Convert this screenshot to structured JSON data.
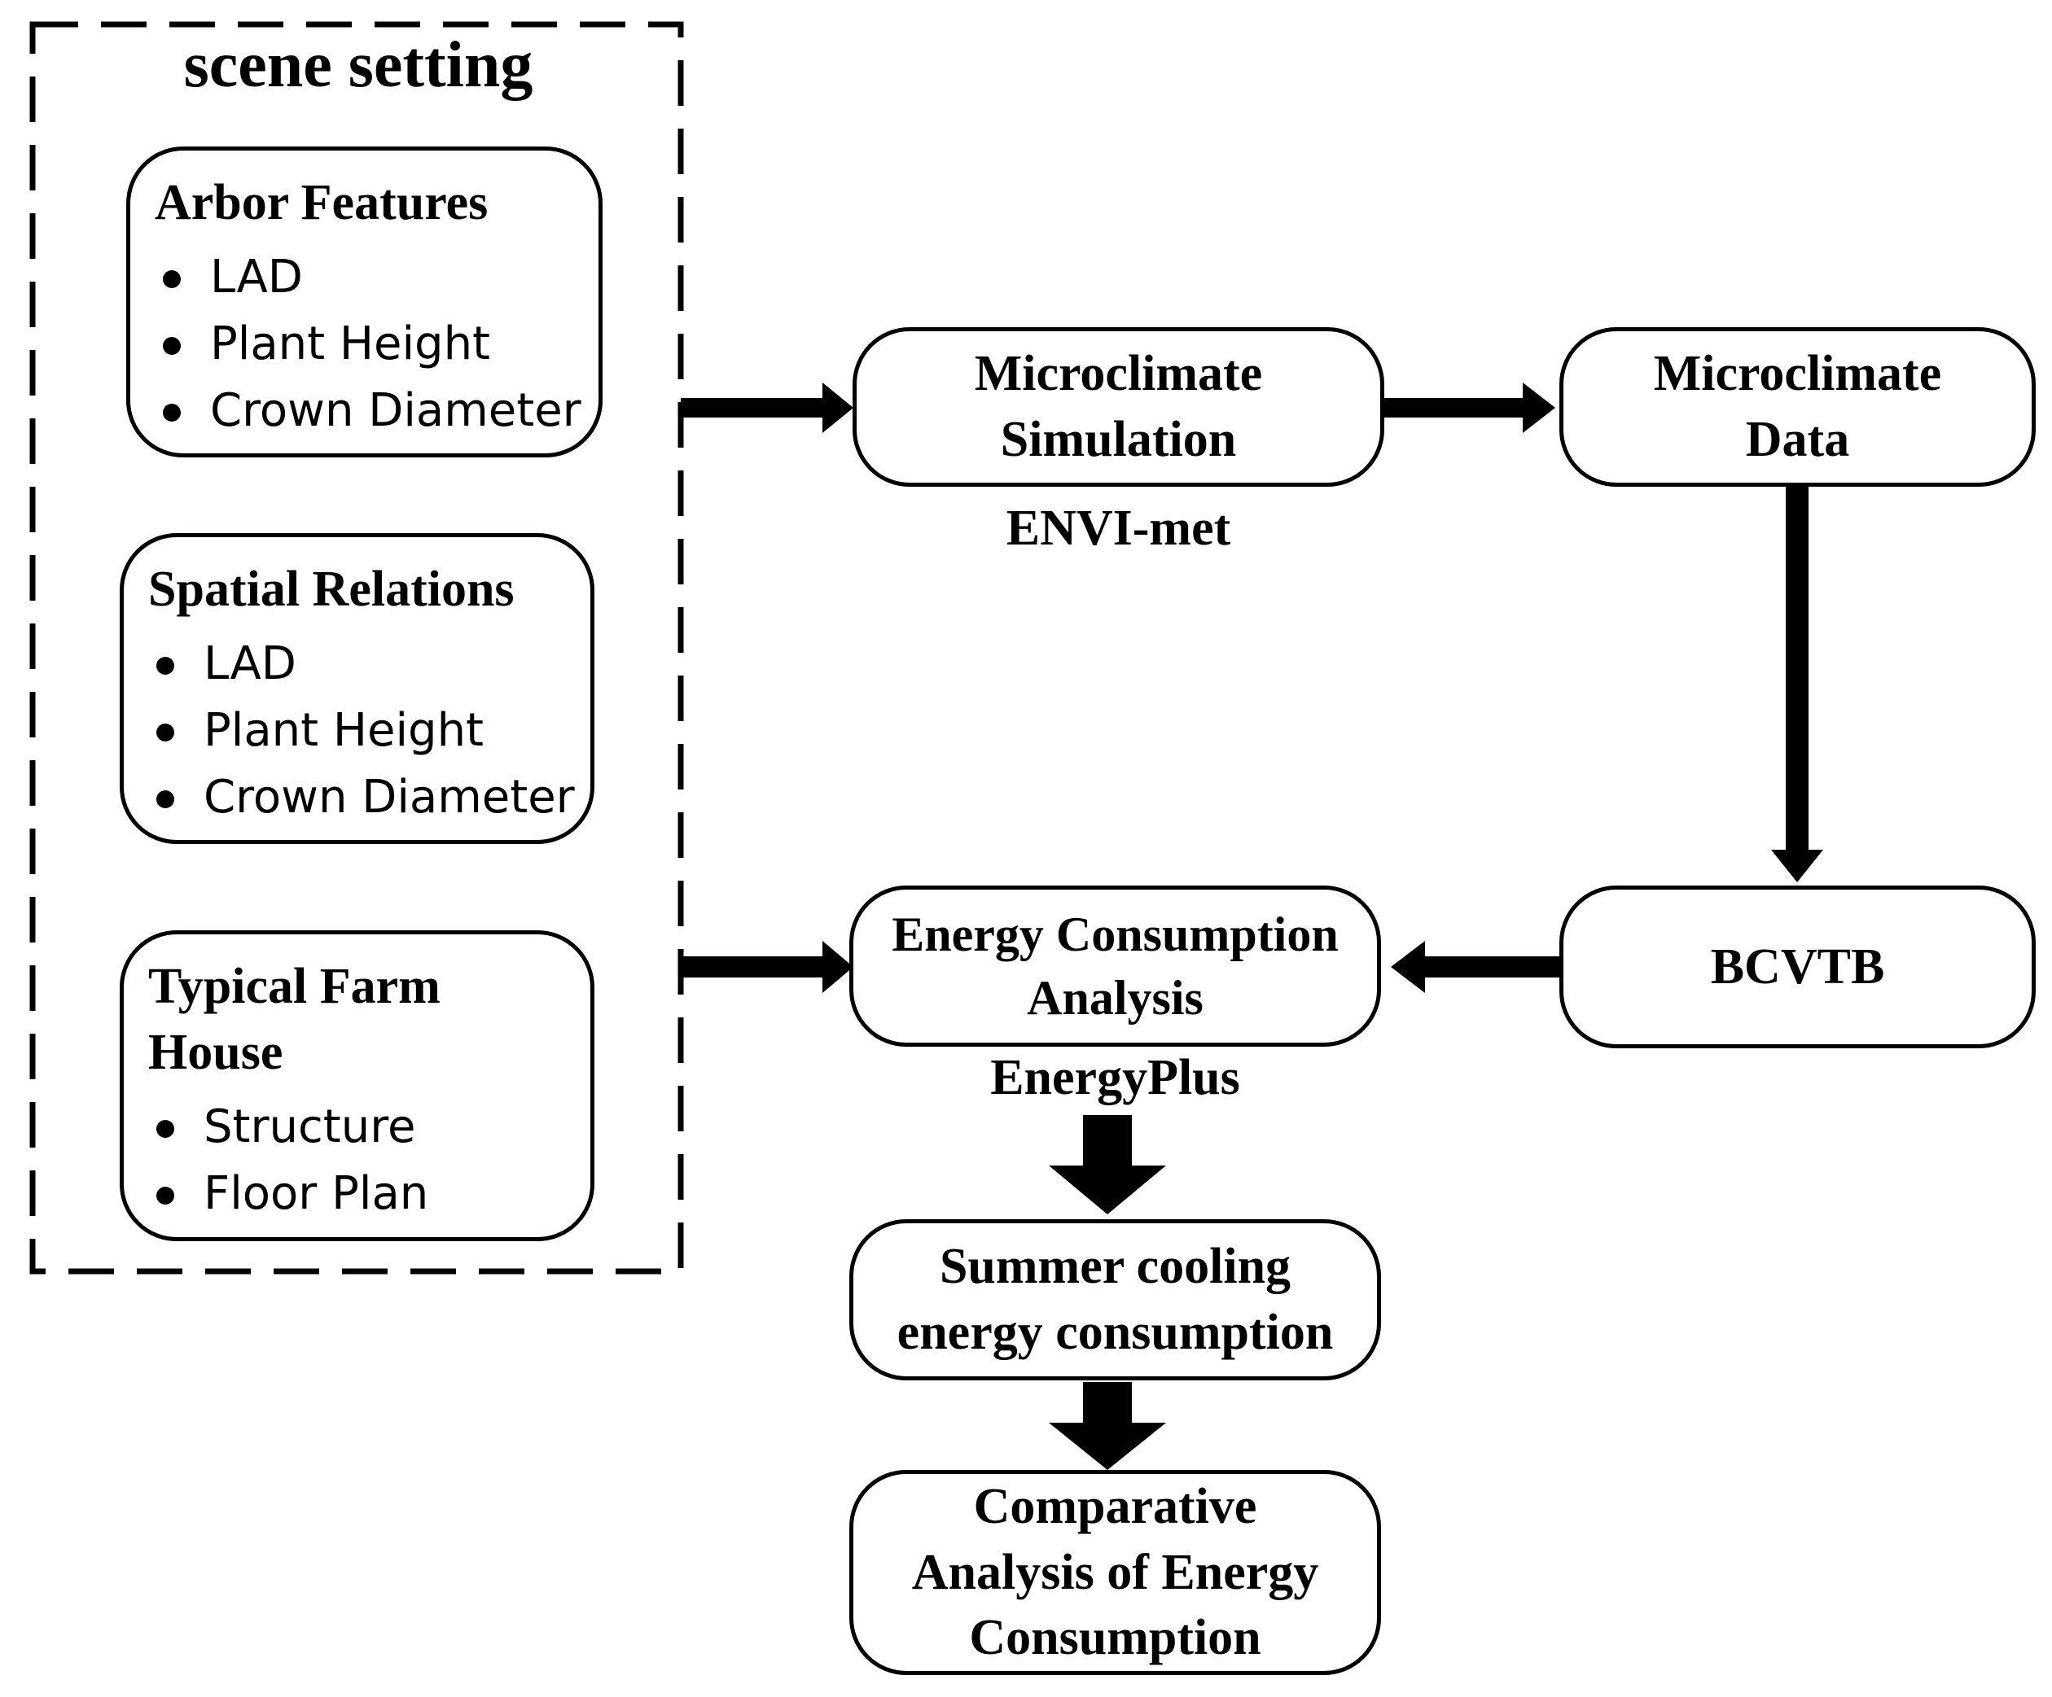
{
  "scene": {
    "title": "scene setting",
    "groups": [
      {
        "title": "Arbor Features",
        "items": [
          "LAD",
          "Plant Height",
          "Crown Diameter"
        ]
      },
      {
        "title": "Spatial Relations",
        "items": [
          "LAD",
          "Plant Height",
          "Crown Diameter"
        ]
      },
      {
        "title": "Typical Farm House",
        "items": [
          "Structure",
          "Floor Plan"
        ]
      }
    ]
  },
  "flow": {
    "microclimate_simulation": "Microclimate Simulation",
    "envi_met": "ENVI-met",
    "microclimate_data": "Microclimate Data",
    "bcvtb": "BCVTB",
    "energy_analysis": "Energy Consumption Analysis",
    "energyplus": "EnergyPlus",
    "summer_cooling": "Summer cooling energy consumption",
    "comparative": "Comparative Analysis of Energy Consumption"
  }
}
